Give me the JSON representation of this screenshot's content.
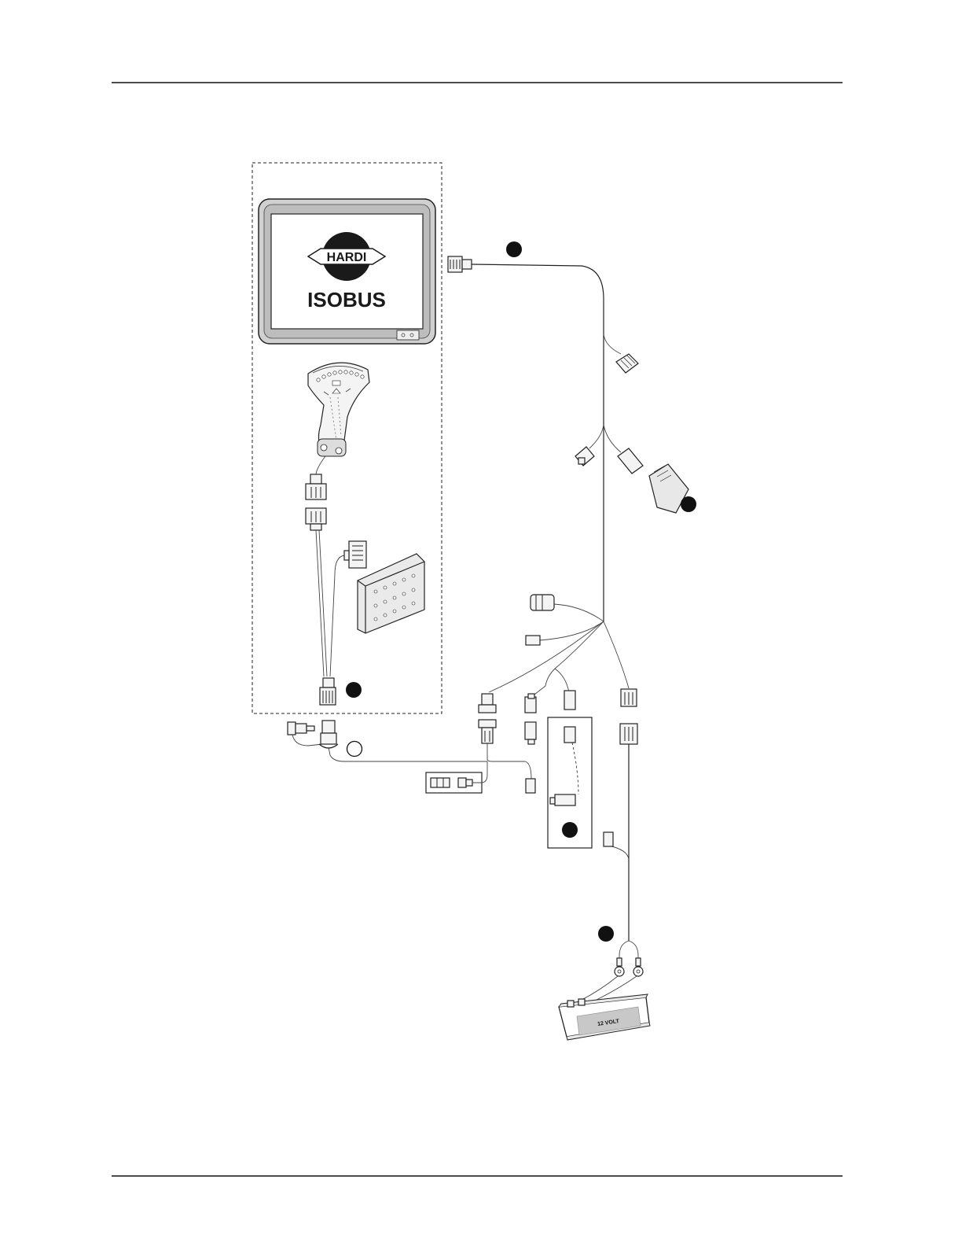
{
  "terminal": {
    "logo_text": "HARDI",
    "title_text": "ISOBUS",
    "buttons": [
      "",
      ""
    ]
  },
  "battery": {
    "label": "12 VOLT"
  },
  "callouts": [
    {
      "id": "callout-1",
      "filled": true
    },
    {
      "id": "callout-2",
      "filled": true
    },
    {
      "id": "callout-3",
      "filled": true
    },
    {
      "id": "callout-4",
      "filled": false
    },
    {
      "id": "callout-5",
      "filled": true
    },
    {
      "id": "callout-6",
      "filled": true
    }
  ],
  "colors": {
    "line": "#222222",
    "screen_bezel": "#d0d0d0",
    "battery_panel": "#c8c8c8"
  }
}
